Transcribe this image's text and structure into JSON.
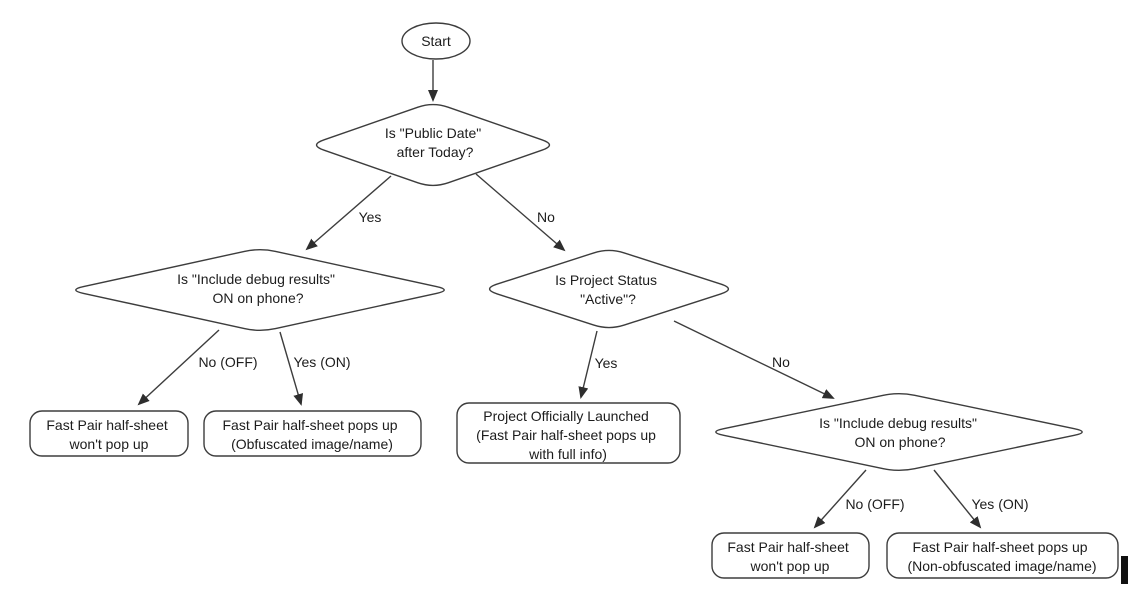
{
  "colors": {
    "background": "#ffffff",
    "shape_fill": "#ffffff",
    "shape_stroke": "#3d3d3d",
    "text": "#1c1c1c"
  },
  "nodes": {
    "start": {
      "shape": "oval",
      "label": "Start"
    },
    "public_date": {
      "shape": "diamond",
      "lines": [
        "Is \"Public Date\"",
        "after Today?"
      ]
    },
    "debug_left": {
      "shape": "diamond",
      "lines": [
        "Is \"Include debug results\"",
        "ON on phone?"
      ]
    },
    "project_status": {
      "shape": "diamond",
      "lines": [
        "Is Project Status",
        "\"Active\"?"
      ]
    },
    "debug_right": {
      "shape": "diamond",
      "lines": [
        "Is \"Include debug results\"",
        "ON on phone?"
      ]
    },
    "no_popup_left": {
      "shape": "rounded-box",
      "lines": [
        "Fast Pair half-sheet",
        "won't pop up"
      ]
    },
    "obfuscated_popup": {
      "shape": "rounded-box",
      "lines": [
        "Fast Pair half-sheet pops up",
        "(Obfuscated image/name)"
      ]
    },
    "launched": {
      "shape": "rounded-box",
      "lines": [
        "Project Officially Launched",
        "(Fast Pair half-sheet pops up",
        "with full info)"
      ]
    },
    "no_popup_right": {
      "shape": "rounded-box",
      "lines": [
        "Fast Pair half-sheet",
        "won't pop up"
      ]
    },
    "non_obfuscated_popup": {
      "shape": "rounded-box",
      "lines": [
        "Fast Pair half-sheet pops up",
        "(Non-obfuscated image/name)"
      ]
    }
  },
  "edge_labels": {
    "public_date_yes": "Yes",
    "public_date_no": "No",
    "debug_left_no": "No (OFF)",
    "debug_left_yes": "Yes (ON)",
    "project_status_yes": "Yes",
    "project_status_no": "No",
    "debug_right_no": "No (OFF)",
    "debug_right_yes": "Yes (ON)"
  }
}
